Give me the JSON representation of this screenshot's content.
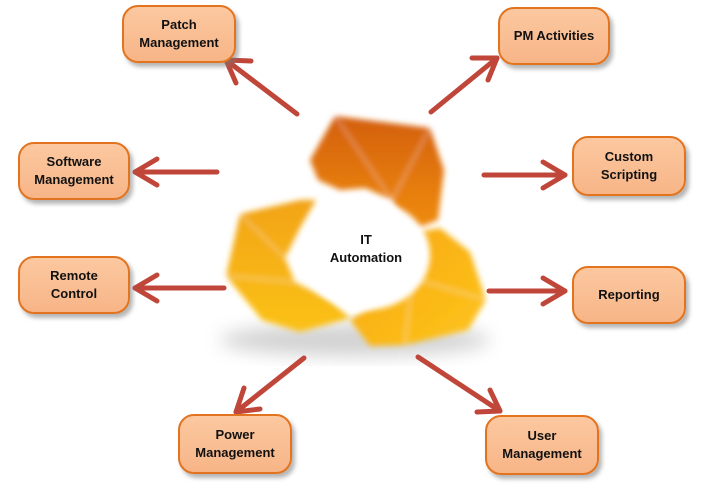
{
  "center": {
    "label": "IT\nAutomation"
  },
  "nodes": {
    "patch": "Patch\nManagement",
    "pm": "PM Activities",
    "software": "Software\nManagement",
    "custom": "Custom\nScripting",
    "remote": "Remote\nControl",
    "reporting": "Reporting",
    "power": "Power\nManagement",
    "user": "User\nManagement"
  },
  "colors": {
    "arrow": "#c0463a",
    "node_fill": "#f9bd92",
    "node_border": "#e2741f",
    "hex_dark": "#dc6a0c",
    "hex_light": "#fbbf14"
  }
}
